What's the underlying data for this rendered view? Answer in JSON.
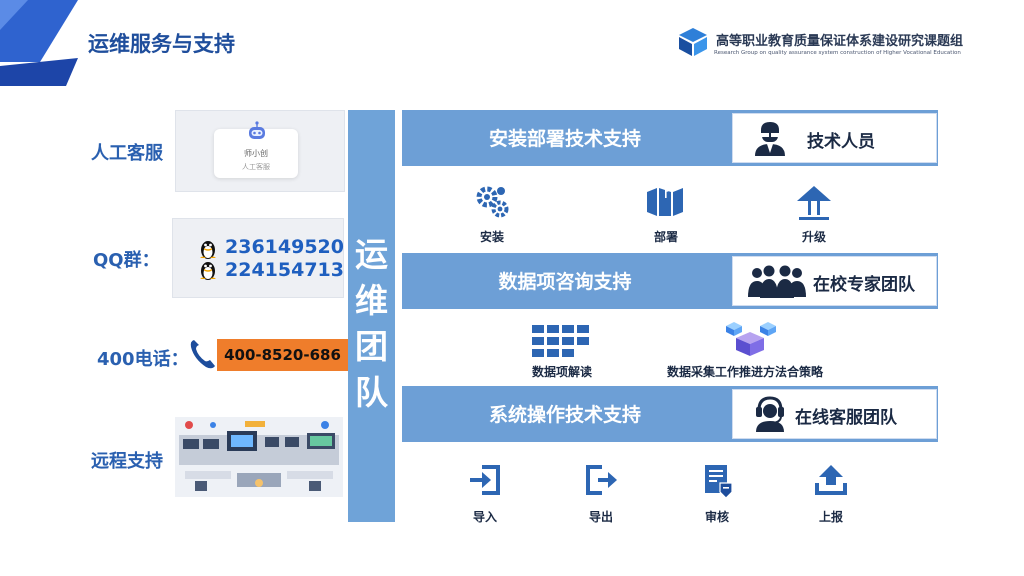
{
  "header": {
    "title": "运维服务与支持",
    "org_name": "高等职业教育质量保证体系建设研究课题组",
    "org_subtitle": "Research Group on quality assurance system construction of Higher Vocational Education"
  },
  "left": {
    "service_label": "人工客服",
    "bot_name": "师小创",
    "bot_sub": "人工客服",
    "qq_label": "QQ群：",
    "qq_numbers": [
      "236149520",
      "224154713"
    ],
    "phone_label": "400电话：",
    "phone_number": "400-8520-686",
    "remote_label": "远程支持"
  },
  "team": {
    "chars": [
      "运",
      "维",
      "团",
      "队"
    ]
  },
  "sections": [
    {
      "title": "安装部署技术支持",
      "role": "技术人员",
      "items": [
        "安装",
        "部署",
        "升级"
      ]
    },
    {
      "title": "数据项咨询支持",
      "role": "在校专家团队",
      "items": [
        "数据项解读",
        "数据采集工作推进方法合策略"
      ]
    },
    {
      "title": "系统操作技术支持",
      "role": "在线客服团队",
      "items": [
        "导入",
        "导出",
        "审核",
        "上报"
      ]
    }
  ],
  "colors": {
    "primary": "#1f4e9c",
    "bar": "#6d9fd6",
    "team_bar": "#6fa3d8",
    "accent": "#ef7d2b"
  }
}
